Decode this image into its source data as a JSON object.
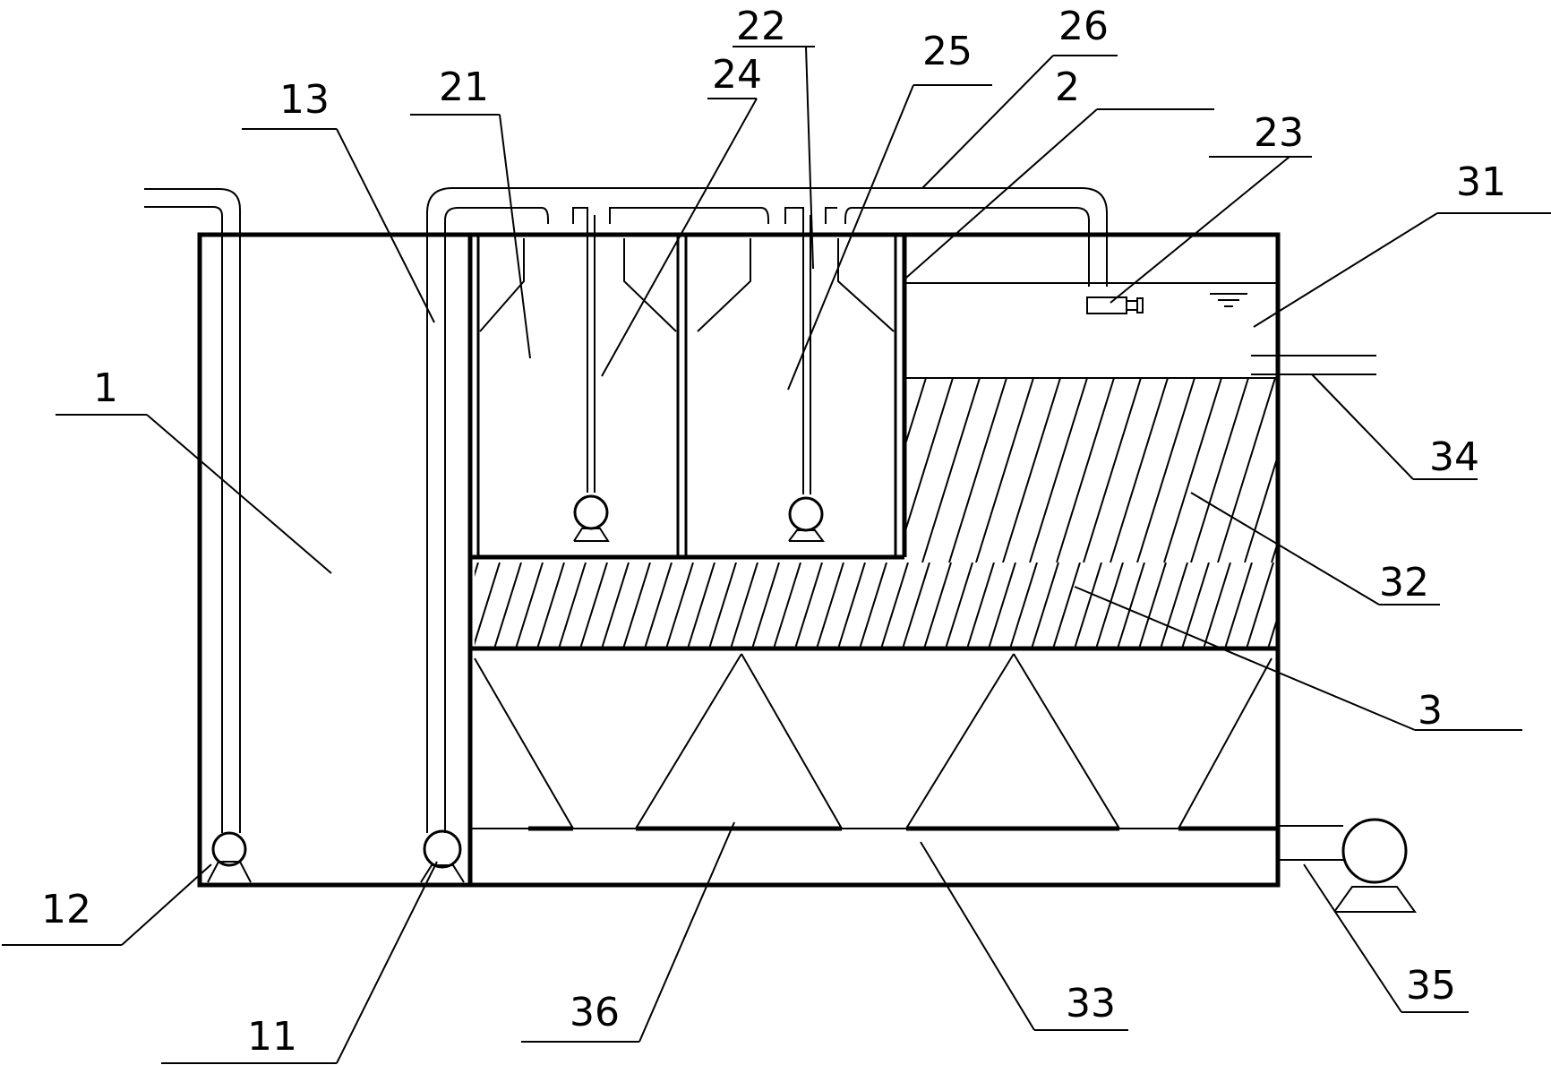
{
  "diagram": {
    "labels": {
      "l1": "1",
      "l2": "2",
      "l3": "3",
      "l11": "11",
      "l12": "12",
      "l13": "13",
      "l21": "21",
      "l22": "22",
      "l23": "23",
      "l24": "24",
      "l25": "25",
      "l26": "26",
      "l31": "31",
      "l32": "32",
      "l33": "33",
      "l34": "34",
      "l35": "35",
      "l36": "36"
    }
  }
}
